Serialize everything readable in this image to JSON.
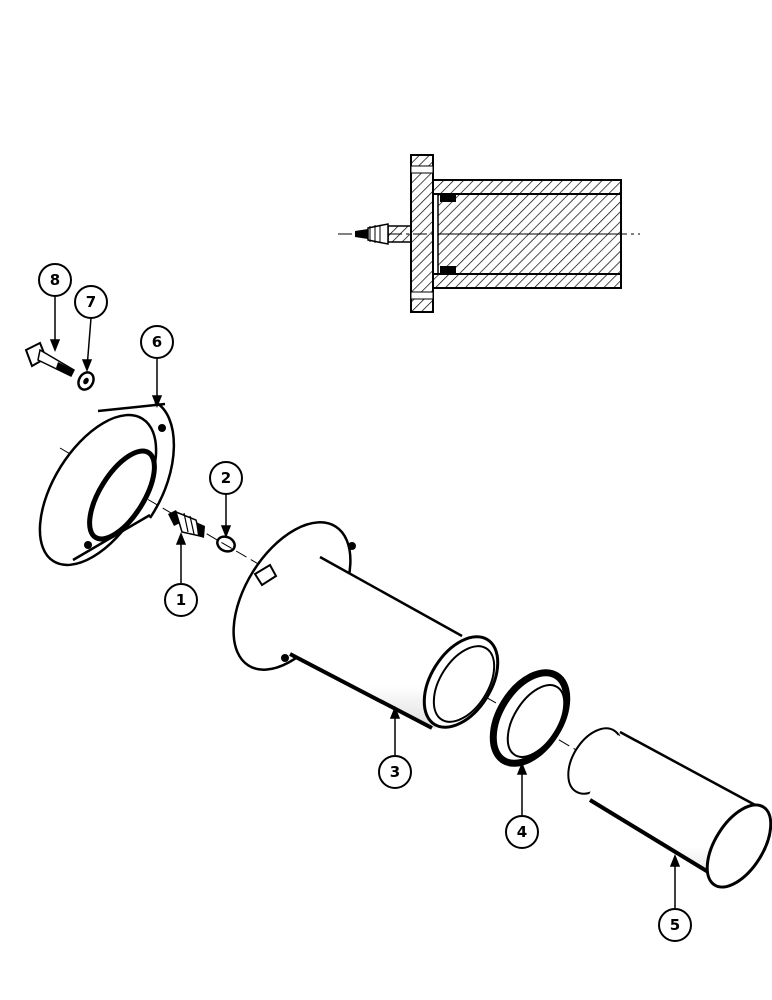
{
  "callouts": [
    {
      "id": "c1",
      "label": "1"
    },
    {
      "id": "c2",
      "label": "2"
    },
    {
      "id": "c3",
      "label": "3"
    },
    {
      "id": "c4",
      "label": "4"
    },
    {
      "id": "c5",
      "label": "5"
    },
    {
      "id": "c6",
      "label": "6"
    },
    {
      "id": "c7",
      "label": "7"
    },
    {
      "id": "c8",
      "label": "8"
    }
  ],
  "colors": {
    "ink": "#000000",
    "paper": "#ffffff"
  }
}
